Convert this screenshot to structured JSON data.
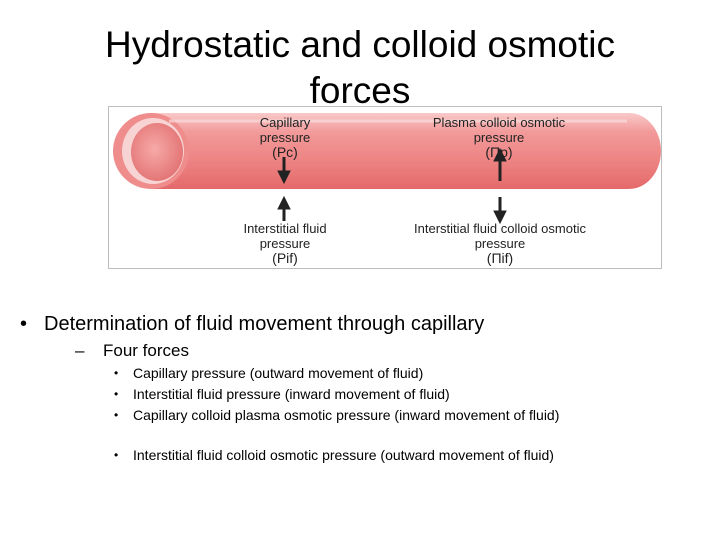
{
  "slide": {
    "title": "Hydrostatic and colloid osmotic forces"
  },
  "figure": {
    "labels": {
      "capillary_pressure": {
        "text": "Capillary pressure",
        "symbol": "(Pc)"
      },
      "plasma_colloid": {
        "text": "Plasma colloid osmotic pressure",
        "symbol": "(Πp)"
      },
      "interstitial_pressure": {
        "text": "Interstitial fluid pressure",
        "symbol": "(Pif)"
      },
      "interstitial_colloid": {
        "text": "Interstitial fluid colloid osmotic pressure",
        "symbol": "(Πif)"
      }
    },
    "colors": {
      "vessel_light": "#f7b6b6",
      "vessel_mid": "#ef8080",
      "vessel_dark": "#e56a6a",
      "arrow": "#222222"
    }
  },
  "bullets": {
    "level1": "Determination of fluid movement through capillary",
    "level2": "Four forces",
    "level3": [
      "Capillary pressure (outward movement of fluid)",
      "Interstitial fluid pressure (inward movement of fluid)",
      "Capillary colloid plasma osmotic pressure (inward movement of fluid)",
      "Interstitial fluid colloid osmotic pressure (outward movement of fluid)"
    ]
  }
}
